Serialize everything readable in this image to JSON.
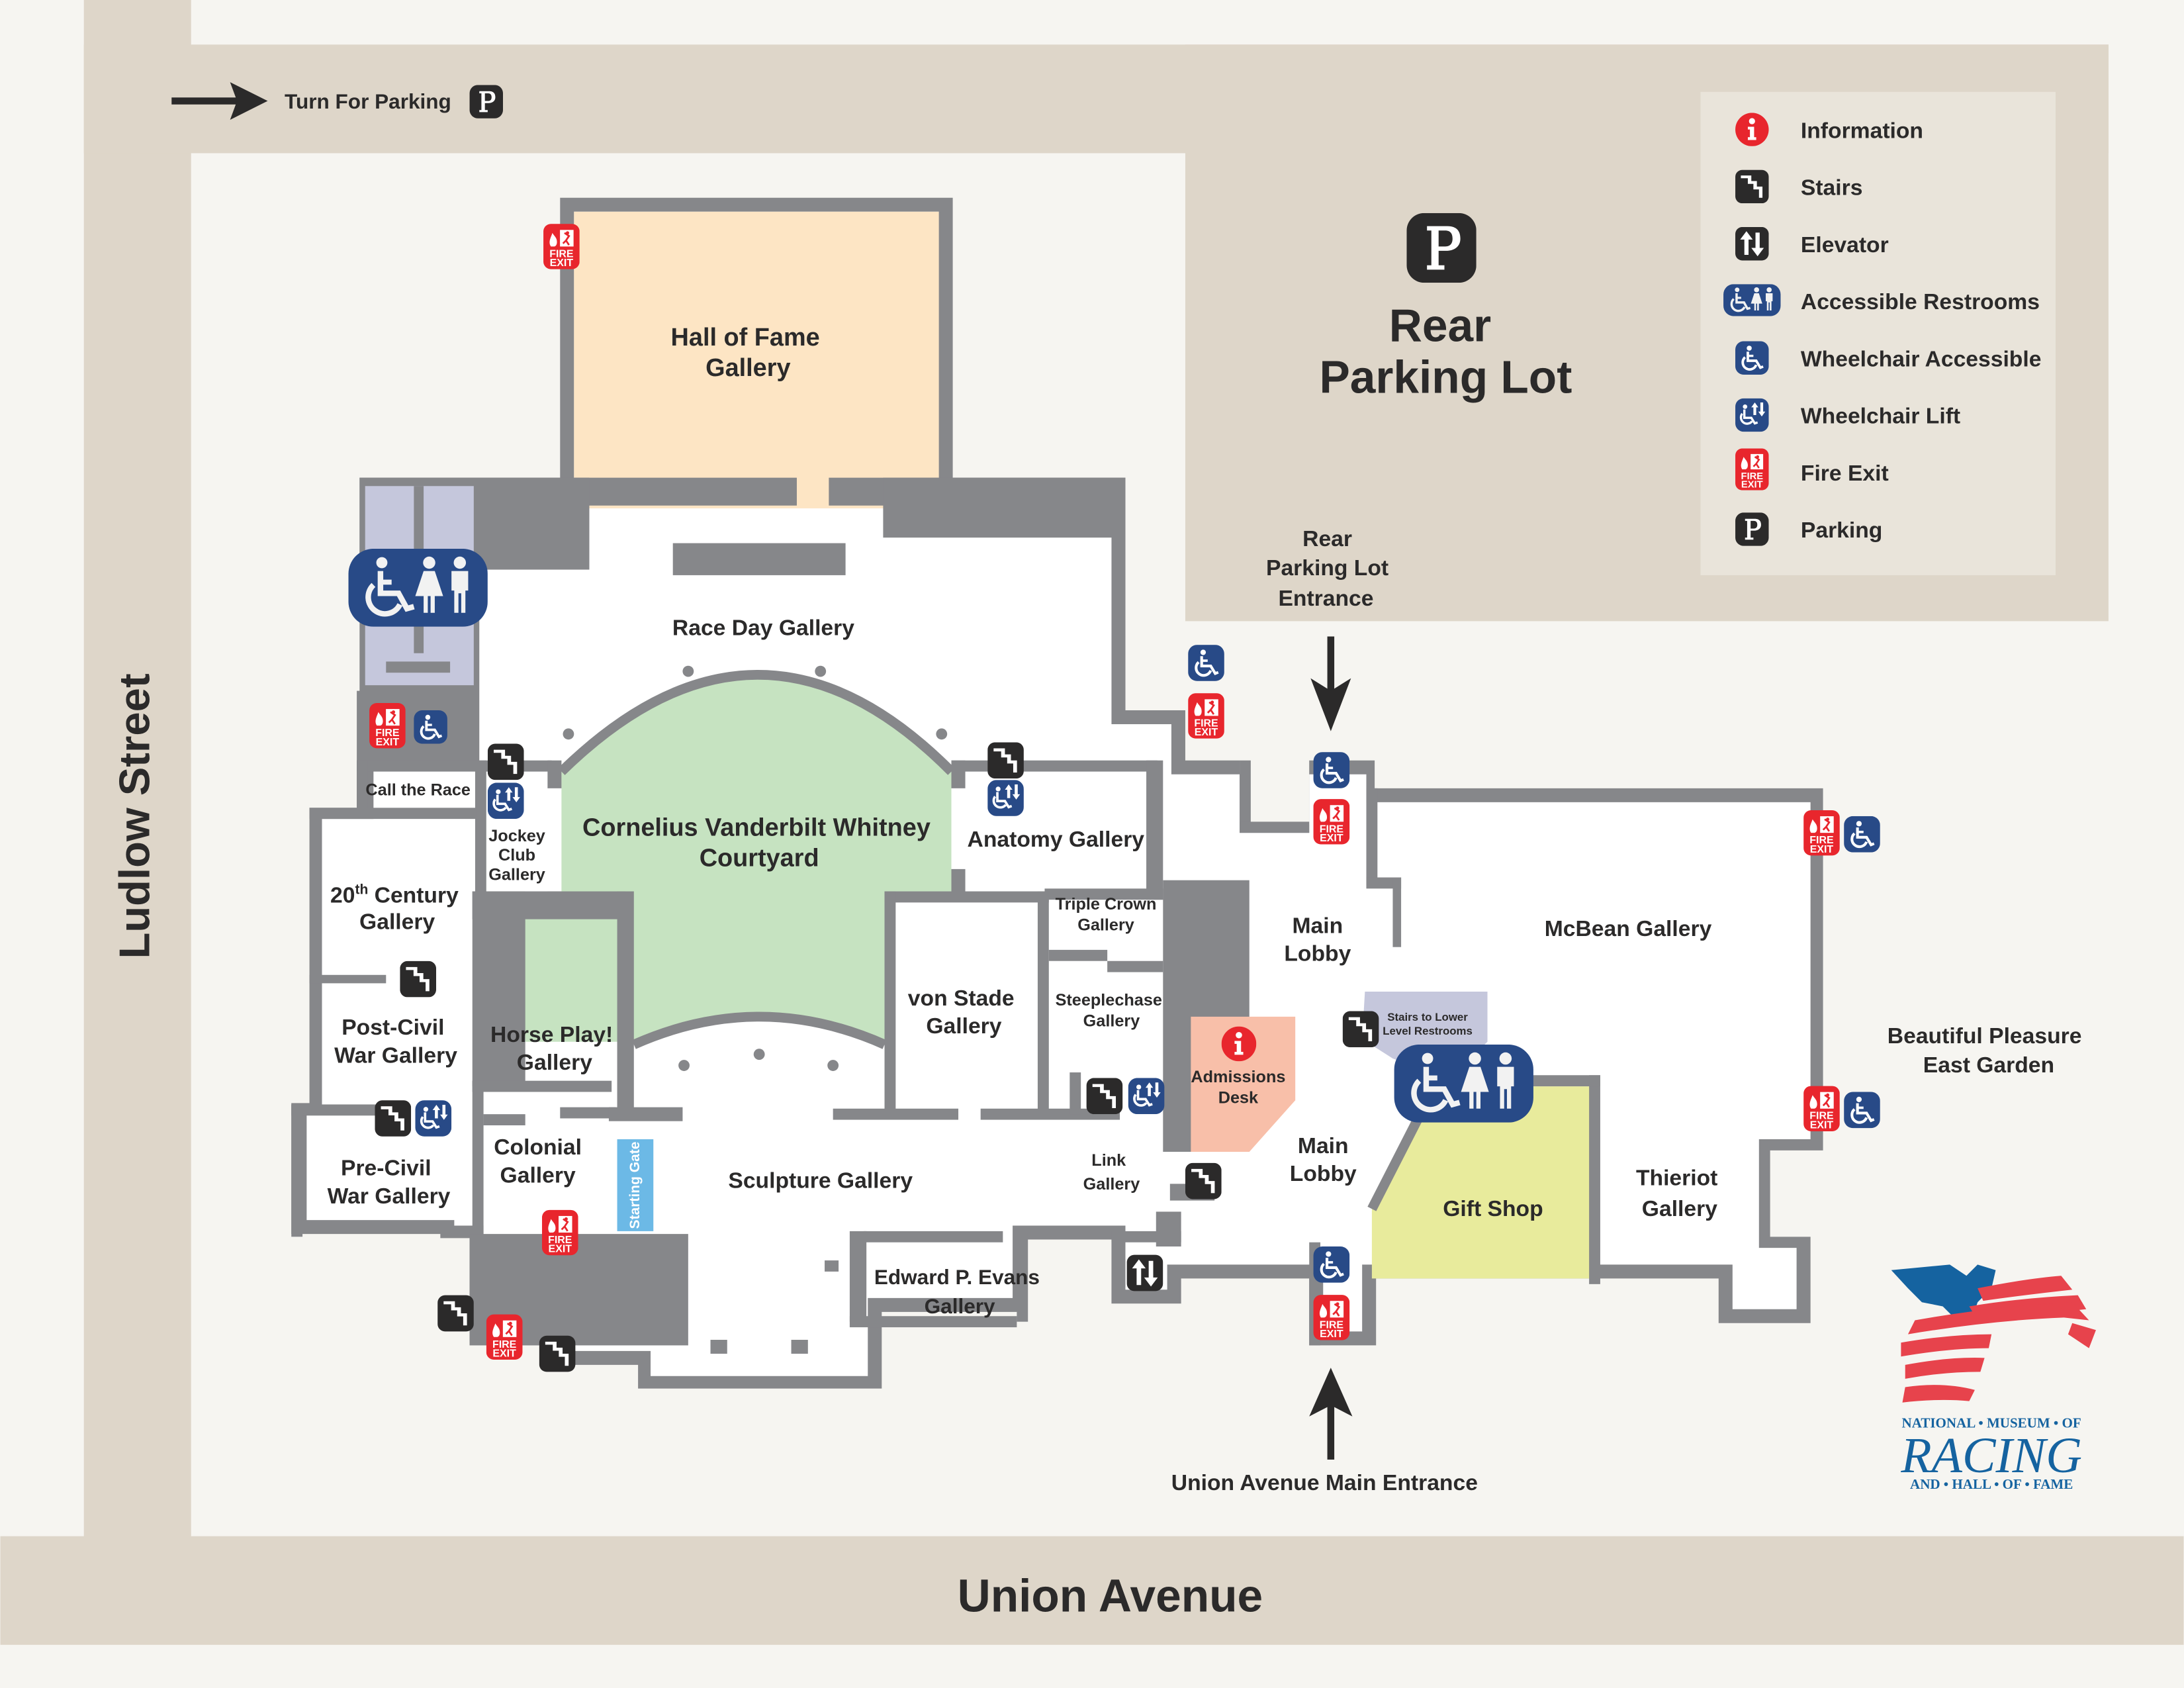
{
  "streets": {
    "ludlow": "Ludlow Street",
    "union": "Union Avenue"
  },
  "directions": {
    "turn_for_parking": "Turn For Parking",
    "rear_parking_entrance": [
      "Rear",
      "Parking Lot",
      "Entrance"
    ],
    "union_main_entrance": "Union Avenue Main Entrance"
  },
  "parking_lot": {
    "title_line1": "Rear",
    "title_line2": "Parking Lot",
    "icon_letter": "P"
  },
  "rooms": {
    "hall_of_fame": [
      "Hall of Fame",
      "Gallery"
    ],
    "race_day": "Race Day Gallery",
    "courtyard": [
      "Cornelius Vanderbilt Whitney",
      "Courtyard"
    ],
    "call_the_race": "Call the Race",
    "jockey_club": [
      "Jockey",
      "Club",
      "Gallery"
    ],
    "twentieth_century": {
      "num": "20",
      "sup": "th",
      "rest": " Century",
      "line2": "Gallery"
    },
    "post_civil_war": [
      "Post-Civil",
      "War Gallery"
    ],
    "horse_play": [
      "Horse Play!",
      "Gallery"
    ],
    "pre_civil_war": [
      "Pre-Civil",
      "War Gallery"
    ],
    "colonial": [
      "Colonial",
      "Gallery"
    ],
    "starting_gate": "Starting Gate",
    "sculpture": "Sculpture Gallery",
    "anatomy": "Anatomy Gallery",
    "triple_crown": [
      "Triple Crown",
      "Gallery"
    ],
    "von_stade": [
      "von Stade",
      "Gallery"
    ],
    "steeplechase": [
      "Steeplechase",
      "Gallery"
    ],
    "link": [
      "Link",
      "Gallery"
    ],
    "edward_evans": [
      "Edward P. Evans",
      "Gallery"
    ],
    "admissions": [
      "Admissions",
      "Desk"
    ],
    "main_lobby_upper": [
      "Main",
      "Lobby"
    ],
    "main_lobby_lower": [
      "Main",
      "Lobby"
    ],
    "stairs_lower_restrooms": [
      "Stairs to Lower",
      "Level Restrooms"
    ],
    "mcbean": "McBean Gallery",
    "gift_shop": "Gift Shop",
    "thieriot": [
      "Thieriot",
      "Gallery"
    ],
    "garden": [
      "Beautiful Pleasure",
      "East Garden"
    ]
  },
  "legend": {
    "items": [
      {
        "icon": "information-icon",
        "label": "Information"
      },
      {
        "icon": "stairs-icon",
        "label": "Stairs"
      },
      {
        "icon": "elevator-icon",
        "label": "Elevator"
      },
      {
        "icon": "accessible-restrooms-icon",
        "label": "Accessible Restrooms"
      },
      {
        "icon": "wheelchair-icon",
        "label": "Wheelchair Accessible"
      },
      {
        "icon": "wheelchair-lift-icon",
        "label": "Wheelchair Lift"
      },
      {
        "icon": "fire-exit-icon",
        "label": "Fire Exit"
      },
      {
        "icon": "parking-icon",
        "label": "Parking"
      }
    ]
  },
  "icon_text": {
    "fire": "FIRE",
    "exit": "EXIT",
    "info": "i",
    "parking": "P"
  },
  "logo": {
    "line1": "NATIONAL • MUSEUM • OF",
    "line2": "RACING",
    "line3": "AND • HALL • OF • FAME"
  },
  "colors": {
    "street": "#ded6c9",
    "background": "#f6f5f1",
    "wall": "#86878a",
    "hall_of_fame": "#fde5c4",
    "courtyard": "#c6e3c1",
    "restroom_area": "#c5c7dc",
    "admissions": "#f8bfa9",
    "gift_shop": "#e8eb9c",
    "starting_gate": "#6cb9e6",
    "info_red": "#e8262d",
    "access_blue": "#284a87",
    "icon_black": "#2b2a2a",
    "legend_bg": "#e9e4da",
    "logo_blue": "#1563a0",
    "logo_red": "#e7434c"
  }
}
